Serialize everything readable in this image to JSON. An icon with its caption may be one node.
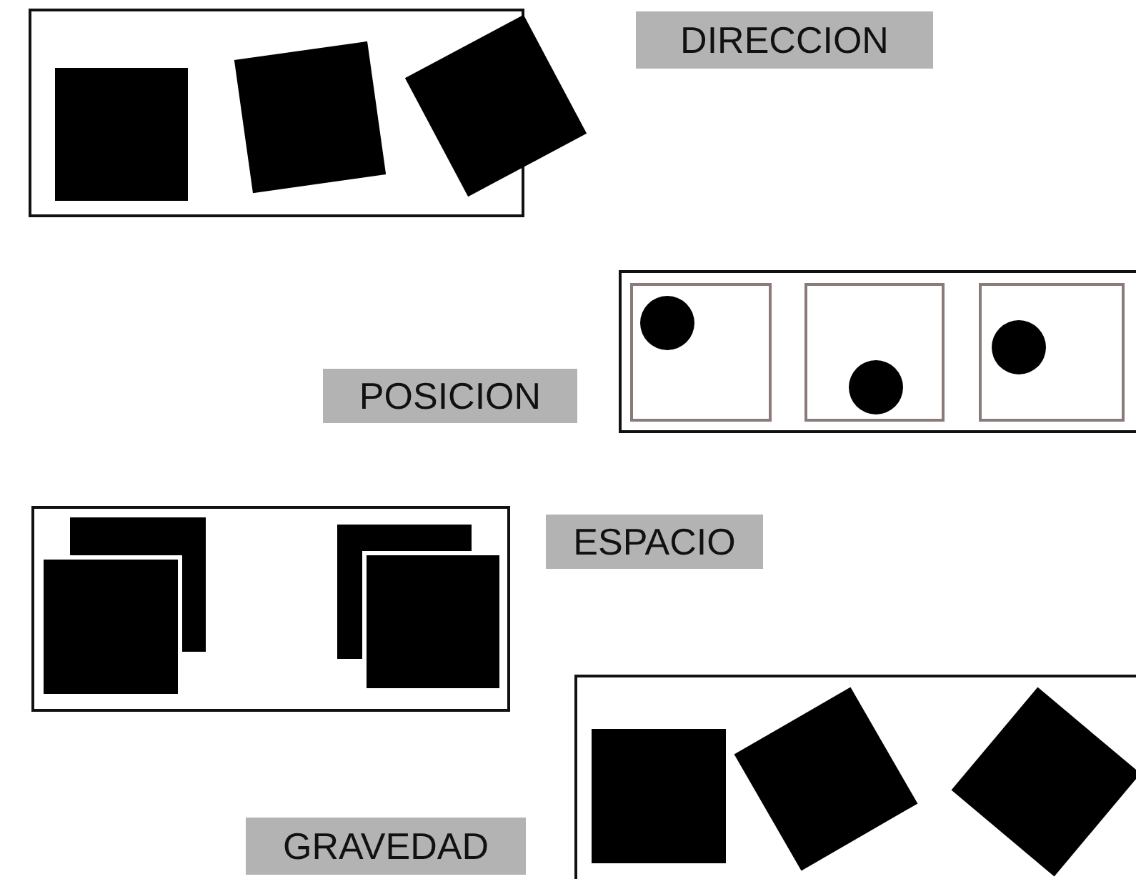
{
  "diagram": {
    "nodes": [
      {
        "text": [
          "DIRECCION"
        ]
      },
      {
        "text": [
          "POSICION"
        ]
      },
      {
        "text": [
          "ESPACIO"
        ]
      },
      {
        "text": [
          "GRAVEDAD"
        ]
      }
    ]
  }
}
